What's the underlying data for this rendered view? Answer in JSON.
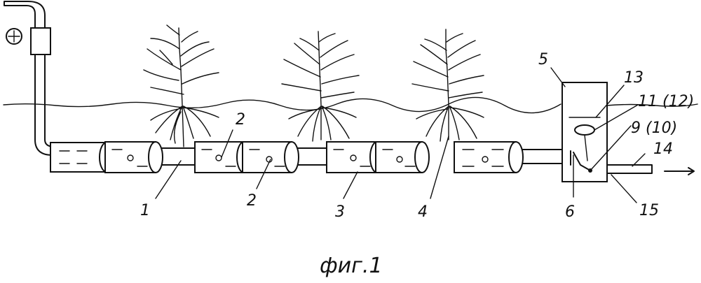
{
  "labels": {
    "l1": "1",
    "l2a": "2",
    "l2b": "2",
    "l3": "3",
    "l4": "4",
    "l5": "5",
    "l6": "6",
    "l9": "9 (10)",
    "l11": "11 (12)",
    "l13": "13",
    "l14": "14",
    "l15": "15"
  },
  "caption": "фиг.1"
}
